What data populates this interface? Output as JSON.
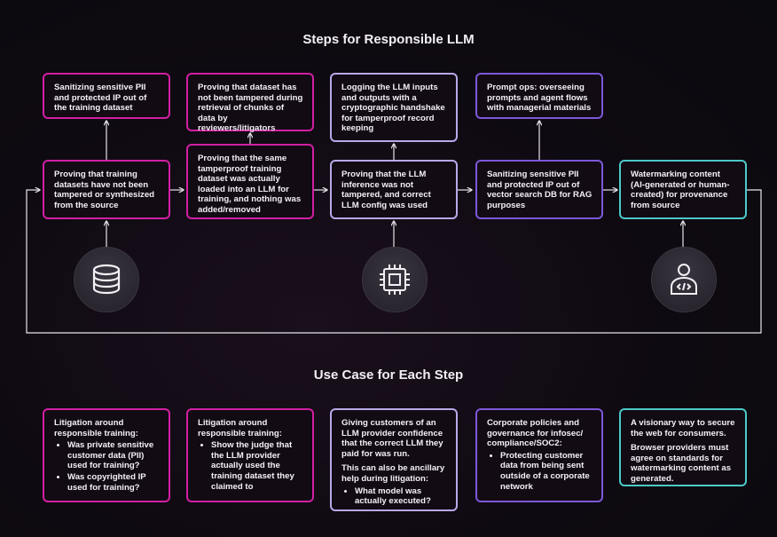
{
  "titles": {
    "steps": "Steps for Responsible LLM",
    "use_case": "Use Case for Each Step"
  },
  "top_boxes": [
    "Sanitizing sensitive PII and protected IP out of the training dataset",
    "Proving that dataset has not been tampered during retrieval of chunks of data by reviewers/litigators",
    "Logging the LLM inputs and outputs with a cryptographic handshake for tamperproof record keeping",
    "Prompt ops: overseeing prompts and agent flows with managerial materials"
  ],
  "step_boxes": [
    "Proving that training datasets have not been tampered or synthesized from the source",
    "Proving that the same tamperproof training dataset was actually loaded into an LLM for training, and nothing was added/removed",
    "Proving that the LLM inference was not tampered, and correct LLM config was used",
    "Sanitizing sensitive PII and protected IP out of vector search DB for RAG purposes",
    "Watermarking content (AI-generated or human-created) for provenance from source"
  ],
  "icons": [
    "database-icon",
    "chip-icon",
    "developer-icon"
  ],
  "use_cases": {
    "c1": {
      "intro": "Litigation around responsible training:",
      "bullets": [
        "Was private sensitive customer data (PII) used for training?",
        "Was copyrighted IP used for training?"
      ]
    },
    "c2": {
      "intro": "Litigation around responsible training:",
      "bullets": [
        "Show the judge that the LLM provider actually used the training dataset they claimed to"
      ]
    },
    "c3": {
      "intro": "Giving customers of an LLM provider confidence that the correct LLM they paid for was run.",
      "intro2": "This can also be ancillary help during litigation:",
      "bullets": [
        "What model was actually executed?"
      ]
    },
    "c4": {
      "intro": "Corporate policies and governance for infosec/ compliance/SOC2:",
      "bullets": [
        "Protecting customer data from being sent outside of a corporate network"
      ]
    },
    "c5": {
      "p1": "A visionary way to secure the web for consumers.",
      "p2": "Browser providers must agree on standards for watermarking content as generated."
    }
  },
  "colors": {
    "magenta": "#d21fa3",
    "purple": "#7d58d8",
    "lavender": "#b9a8e8",
    "teal": "#4cc9c9",
    "connector": "#e8e4ec"
  }
}
